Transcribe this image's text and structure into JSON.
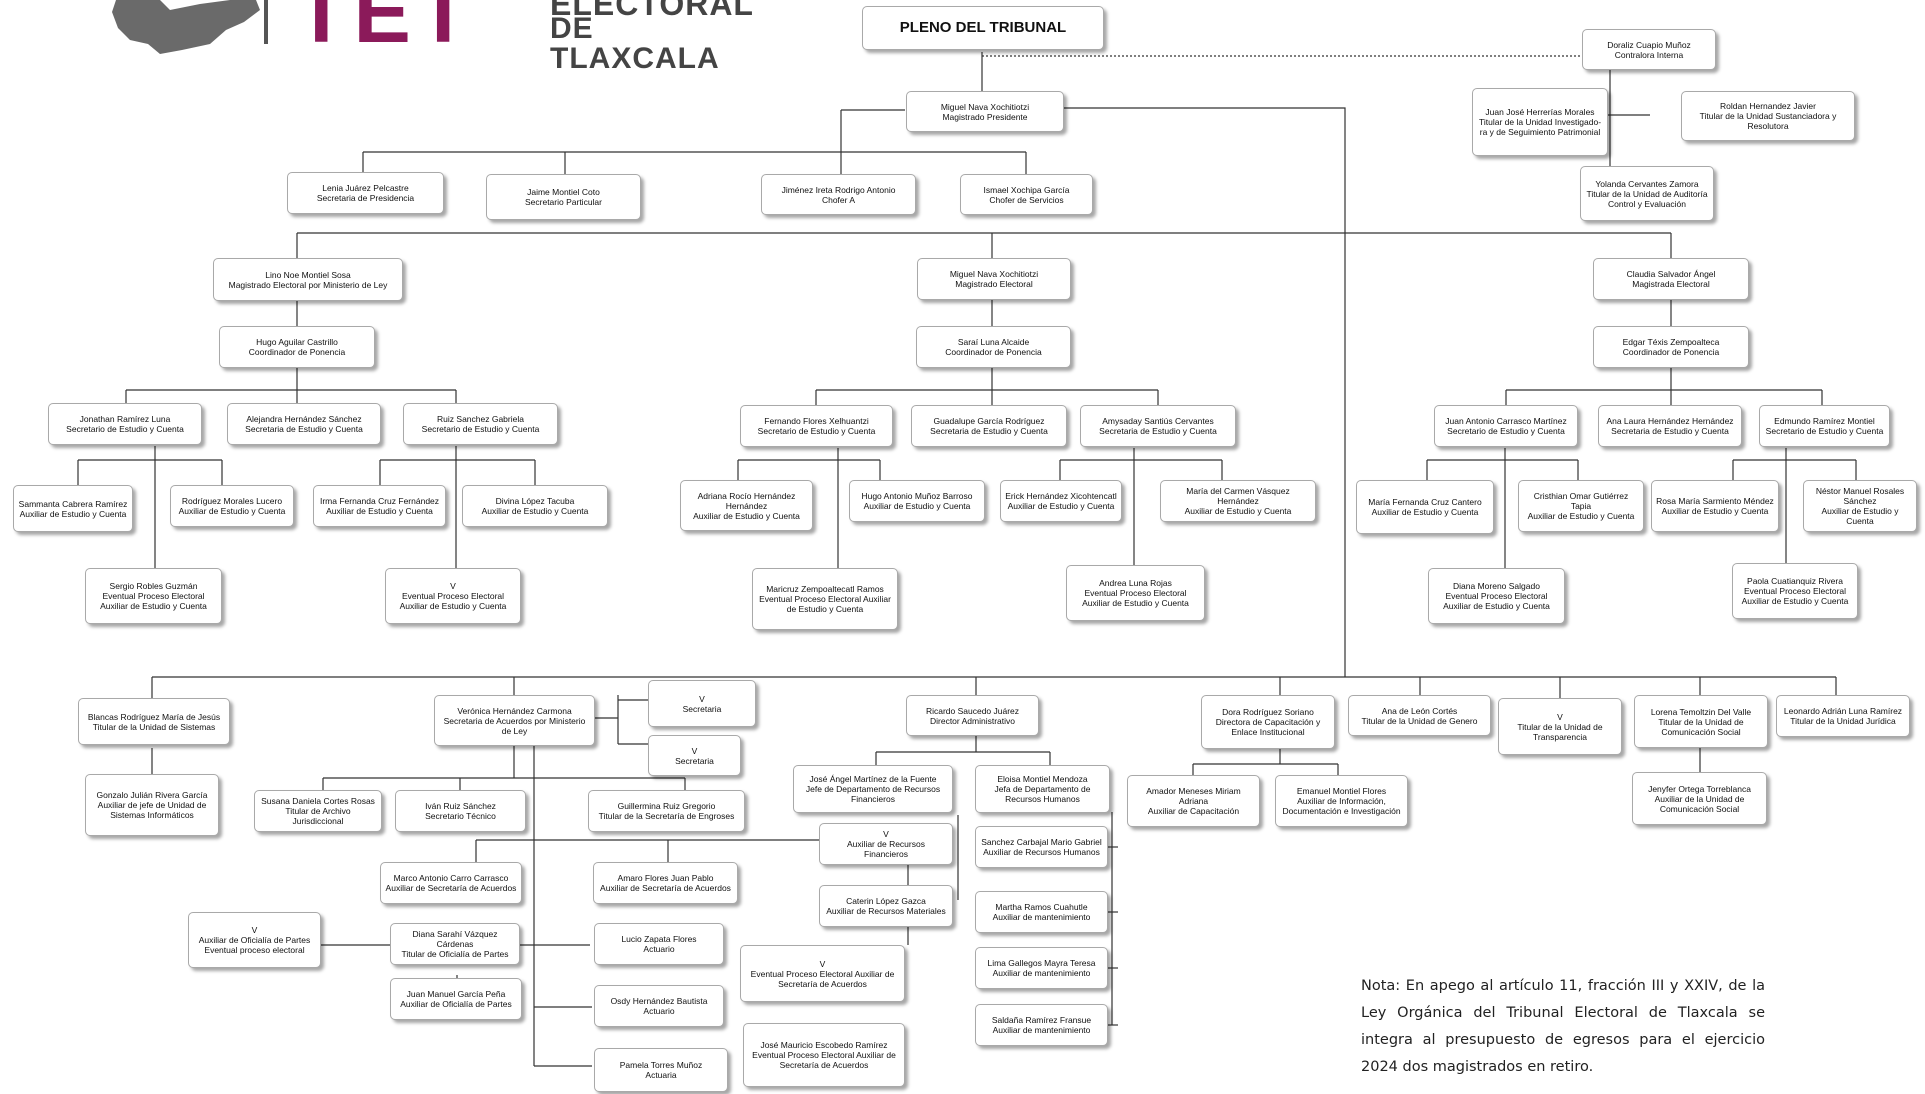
{
  "header": {
    "logo_letters": "TET",
    "logo_line1": "ELECTORAL",
    "logo_line2": "DE TLAXCALA",
    "brand_color": "#8b1a5a"
  },
  "chart": {
    "pleno": {
      "name": "PLENO DEL TRIBUNAL"
    },
    "contraloria": {
      "name": "Doraliz Cuapio Muñoz",
      "role": "Contralora Interna"
    },
    "investigadora": {
      "name": "Juan José Herrerías Morales",
      "role": "Titular de la Unidad Investigado-ra y de Seguimiento Patrimonial"
    },
    "sustanciadora": {
      "name": "Roldan Hernandez Javier",
      "role": "Titular de la Unidad Sustanciadora y Resolutora"
    },
    "auditoria": {
      "name": "Yolanda Cervantes Zamora",
      "role": "Titular de la Unidad de Auditoría Control y Evaluación"
    },
    "presidente": {
      "name": "Miguel Nava Xochitiotzi",
      "role": "Magistrado Presidente"
    },
    "sec_presidencia": {
      "name": "Lenia Juárez Pelcastre",
      "role": "Secretaria de Presidencia"
    },
    "sec_particular": {
      "name": "Jaime Montiel Coto",
      "role": "Secretario Particular"
    },
    "chofer_a": {
      "name": "Jiménez Ireta Rodrigo Antonio",
      "role": "Chofer A"
    },
    "chofer_serv": {
      "name": "Ismael Xochipa García",
      "role": "Chofer de Servicios"
    },
    "mag_ley": {
      "name": "Lino Noe Montiel Sosa",
      "role": "Magistrado Electoral por Ministerio de Ley"
    },
    "mag_centro": {
      "name": "Miguel Nava Xochitiotzi",
      "role": "Magistrado Electoral"
    },
    "mag_der": {
      "name": "Claudia Salvador Ángel",
      "role": "Magistrada Electoral"
    },
    "coord_izq": {
      "name": "Hugo Aguilar Castrillo",
      "role": "Coordinador de Ponencia"
    },
    "coord_centro": {
      "name": "Saraí Luna Alcaide",
      "role": "Coordinador de Ponencia"
    },
    "coord_der": {
      "name": "Edgar Téxis Zempoalteca",
      "role": "Coordinador de Ponencia"
    },
    "sec_i1": {
      "name": "Jonathan Ramírez Luna",
      "role": "Secretario de Estudio y Cuenta"
    },
    "sec_i2": {
      "name": "Alejandra Hernández Sánchez",
      "role": "Secretaria de Estudio y Cuenta"
    },
    "sec_i3": {
      "name": "Ruiz Sanchez Gabriela",
      "role": "Secretario de Estudio y Cuenta"
    },
    "aux_i1": {
      "name": "Sammanta Cabrera Ramírez",
      "role": "Auxiliar de Estudio y Cuenta"
    },
    "aux_i2": {
      "name": "Rodríguez Morales Lucero",
      "role": "Auxiliar de Estudio y Cuenta"
    },
    "aux_i3": {
      "name": "Irma Fernanda Cruz Fernández",
      "role": "Auxiliar de Estudio y Cuenta"
    },
    "aux_i4": {
      "name": "Divina López Tacuba",
      "role": "Auxiliar de Estudio y Cuenta"
    },
    "aux_i5": {
      "name": "Sergio Robles Guzmán",
      "role": "Eventual Proceso Electoral Auxiliar de Estudio y Cuenta"
    },
    "aux_i6": {
      "name": "V",
      "role": "Eventual Proceso Electoral Auxiliar de Estudio y Cuenta"
    },
    "sec_c1": {
      "name": "Fernando Flores Xelhuantzi",
      "role": "Secretario de Estudio y Cuenta"
    },
    "sec_c2": {
      "name": "Guadalupe García Rodríguez",
      "role": "Secretaria de Estudio y Cuenta"
    },
    "sec_c3": {
      "name": "Amysaday Santiús Cervantes",
      "role": "Secretaria de Estudio y Cuenta"
    },
    "aux_c1": {
      "name": "Adriana Rocío Hernández Hernández",
      "role": "Auxiliar de Estudio y Cuenta"
    },
    "aux_c2": {
      "name": "Hugo Antonio Muñoz Barroso",
      "role": "Auxiliar de Estudio y Cuenta"
    },
    "aux_c3": {
      "name": "Erick Hernández Xicohtencatl",
      "role": "Auxiliar de Estudio y Cuenta"
    },
    "aux_c4": {
      "name": "María del Carmen Vásquez Hernández",
      "role": "Auxiliar de Estudio y Cuenta"
    },
    "aux_c5": {
      "name": "Maricruz Zempoaltecatl Ramos",
      "role": "Eventual Proceso Electoral Auxiliar de Estudio y Cuenta"
    },
    "aux_c6": {
      "name": "Andrea Luna Rojas",
      "role": "Eventual Proceso Electoral Auxiliar de Estudio y Cuenta"
    },
    "sec_d1": {
      "name": "Juan Antonio Carrasco Martínez",
      "role": "Secretario de Estudio y Cuenta"
    },
    "sec_d2": {
      "name": "Ana Laura Hernández Hernández",
      "role": "Secretaria de Estudio y Cuenta"
    },
    "sec_d3": {
      "name": "Edmundo Ramírez Montiel",
      "role": "Secretario de Estudio y Cuenta"
    },
    "aux_d1": {
      "name": "María Fernanda Cruz Cantero",
      "role": "Auxiliar de Estudio y Cuenta"
    },
    "aux_d2": {
      "name": "Cristhian Omar Gutiérrez Tapia",
      "role": "Auxiliar de Estudio y Cuenta"
    },
    "aux_d3": {
      "name": "Rosa María Sarmiento Méndez",
      "role": "Auxiliar de Estudio y Cuenta"
    },
    "aux_d4": {
      "name": "Néstor Manuel Rosales Sánchez",
      "role": "Auxiliar de Estudio y Cuenta"
    },
    "aux_d5": {
      "name": "Diana Moreno Salgado",
      "role": "Eventual Proceso Electoral Auxiliar de Estudio y Cuenta"
    },
    "aux_d6": {
      "name": "Paola Cuatianquiz Rivera",
      "role": "Eventual Proceso Electoral Auxiliar de Estudio y Cuenta"
    },
    "sistemas": {
      "name": "Blancas Rodríguez María de Jesús",
      "role": "Titular de la Unidad de Sistemas"
    },
    "sistemas_aux": {
      "name": "Gonzalo Julián Rivera García",
      "role": "Auxiliar de jefe de Unidad de Sistemas Informáticos"
    },
    "sec_acuerdos": {
      "name": "Verónica Hernández Carmona",
      "role": "Secretaria de Acuerdos por Ministerio de Ley"
    },
    "secretaria_1": {
      "name": "V",
      "role": "Secretaria"
    },
    "secretaria_2": {
      "name": "V",
      "role": "Secretaria"
    },
    "archivo": {
      "name": "Susana Daniela Cortes Rosas",
      "role": "Titular de Archivo Jurisdiccional"
    },
    "sec_tecnico": {
      "name": "Iván Ruiz Sánchez",
      "role": "Secretario Técnico"
    },
    "engroses": {
      "name": "Guillermina Ruiz Gregorio",
      "role": "Titular de la Secretaría de Engroses"
    },
    "aux_acuerdos_1": {
      "name": "Marco Antonio Carro Carrasco",
      "role": "Auxiliar de Secretaría de Acuerdos"
    },
    "aux_acuerdos_2": {
      "name": "Amaro Flores Juan Pablo",
      "role": "Auxiliar de Secretaría de Acuerdos"
    },
    "partes_eventual": {
      "name": "V",
      "role": "Auxiliar de Oficialía de Partes Eventual proceso electoral"
    },
    "oficialia": {
      "name": "Diana Sarahí Vázquez Cárdenas",
      "role": "Titular de Oficialía de Partes"
    },
    "actuario_1": {
      "name": "Lucio Zapata Flores",
      "role": "Actuario"
    },
    "aux_oficialia": {
      "name": "Juan Manuel García Peña",
      "role": "Auxiliar de Oficialía de Partes"
    },
    "actuario_2": {
      "name": "Osdy Hernández Bautista",
      "role": "Actuario"
    },
    "actuario_3": {
      "name": "Pamela Torres Muñoz",
      "role": "Actuaria"
    },
    "ev_acuerdos_1": {
      "name": "V",
      "role": "Eventual Proceso Electoral Auxiliar de Secretaría de Acuerdos"
    },
    "ev_acuerdos_2": {
      "name": "José Mauricio Escobedo Ramírez",
      "role": "Eventual Proceso Electoral Auxiliar de Secretaría de Acuerdos"
    },
    "director_adm": {
      "name": "Ricardo Saucedo Juárez",
      "role": "Director Administrativo"
    },
    "rec_fin": {
      "name": "José Ángel Martínez de la Fuente",
      "role": "Jefe de Departamento de Recursos Financieros"
    },
    "rec_hum": {
      "name": "Eloisa Montiel Mendoza",
      "role": "Jefa de Departamento de Recursos Humanos"
    },
    "aux_fin": {
      "name": "V",
      "role": "Auxiliar de Recursos Financieros"
    },
    "aux_hum": {
      "name": "Sanchez Carbajal Mario Gabriel",
      "role": "Auxiliar de Recursos Humanos"
    },
    "aux_mat": {
      "name": "Caterin López Gazca",
      "role": "Auxiliar de Recursos Materiales"
    },
    "mant_1": {
      "name": "Martha Ramos Cuahutle",
      "role": "Auxiliar de mantenimiento"
    },
    "mant_2": {
      "name": "Lima Gallegos Mayra Teresa",
      "role": "Auxiliar de mantenimiento"
    },
    "mant_3": {
      "name": "Saldaña Ramírez Fransue",
      "role": "Auxiliar de mantenimiento"
    },
    "capacitacion": {
      "name": "Dora Rodríguez Soriano",
      "role": "Directora de Capacitación y Enlace Institucional"
    },
    "aux_capacitacion": {
      "name": "Amador Meneses Miriam Adriana",
      "role": "Auxiliar de Capacitación"
    },
    "aux_informacion": {
      "name": "Emanuel Montiel Flores",
      "role": "Auxiliar de Información, Documentación e Investigación"
    },
    "genero": {
      "name": "Ana de León Cortés",
      "role": "Titular de la Unidad de Genero"
    },
    "transparencia": {
      "name": "V",
      "role": "Titular de la Unidad de Transparencia"
    },
    "comunicacion": {
      "name": "Lorena Temoltzin Del Valle",
      "role": "Titular de la Unidad de Comunicación Social"
    },
    "aux_comunicacion": {
      "name": "Jenyfer Ortega Torreblanca",
      "role": "Auxiliar de la Unidad de Comunicación Social"
    },
    "juridica": {
      "name": "Leonardo Adrián Luna Ramírez",
      "role": "Titular de la Unidad Jurídica"
    }
  },
  "note": "Nota: En apego al artículo 11, fracción III y XXIV, de la Ley Orgánica del Tribunal Electoral de Tlaxcala se integra al presupuesto de egresos para el ejercicio 2024 dos magistrados en retiro."
}
